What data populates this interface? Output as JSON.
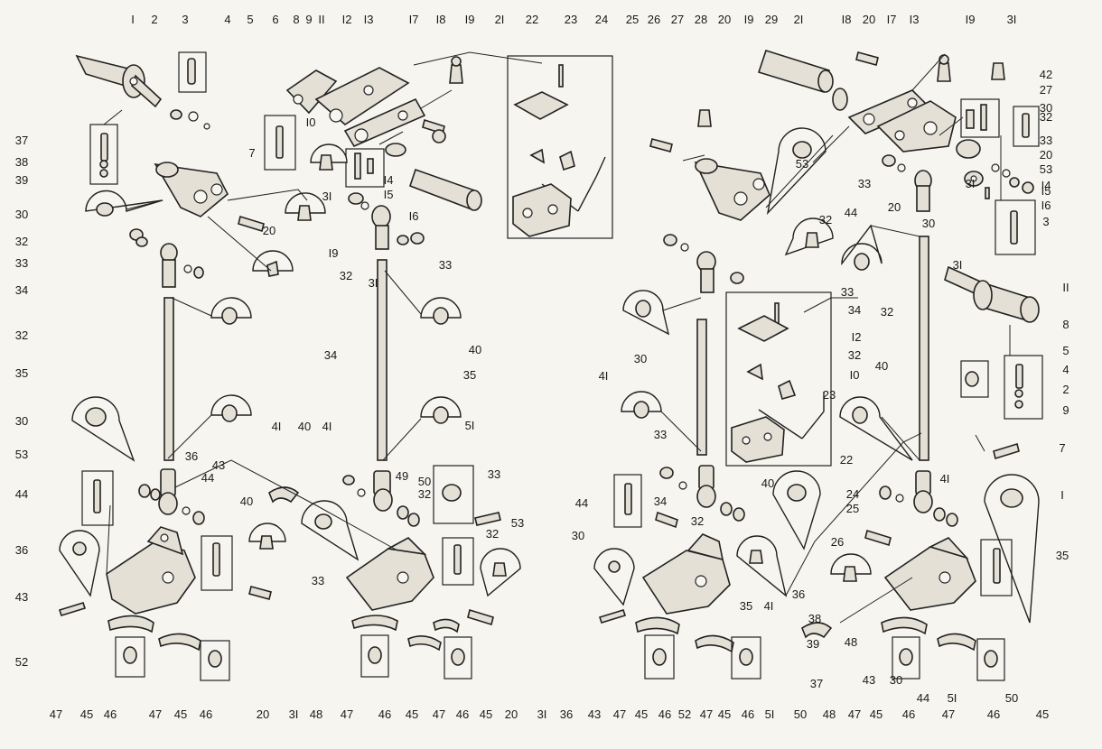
{
  "labels": [
    {
      "text": "I"
    },
    {
      "text": "2"
    },
    {
      "text": "3"
    },
    {
      "text": "4"
    },
    {
      "text": "5"
    },
    {
      "text": "6"
    },
    {
      "text": "8"
    },
    {
      "text": "9"
    },
    {
      "text": "II"
    },
    {
      "text": "I2"
    },
    {
      "text": "I3"
    },
    {
      "text": "I7"
    },
    {
      "text": "I8"
    },
    {
      "text": "I9"
    },
    {
      "text": "2I"
    },
    {
      "text": "22"
    },
    {
      "text": "23"
    },
    {
      "text": "24"
    },
    {
      "text": "25"
    },
    {
      "text": "26"
    },
    {
      "text": "27"
    },
    {
      "text": "28"
    },
    {
      "text": "20"
    },
    {
      "text": "I9"
    },
    {
      "text": "29"
    },
    {
      "text": "2I"
    },
    {
      "text": "I8"
    },
    {
      "text": "20"
    },
    {
      "text": "I7"
    },
    {
      "text": "I3"
    },
    {
      "text": "I9"
    },
    {
      "text": "3I"
    },
    {
      "text": "37"
    },
    {
      "text": "38"
    },
    {
      "text": "39"
    },
    {
      "text": "30"
    },
    {
      "text": "32"
    },
    {
      "text": "33"
    },
    {
      "text": "34"
    },
    {
      "text": "32"
    },
    {
      "text": "35"
    },
    {
      "text": "30"
    },
    {
      "text": "53"
    },
    {
      "text": "44"
    },
    {
      "text": "36"
    },
    {
      "text": "43"
    },
    {
      "text": "52"
    },
    {
      "text": "47"
    },
    {
      "text": "45"
    },
    {
      "text": "46"
    },
    {
      "text": "47"
    },
    {
      "text": "45"
    },
    {
      "text": "46"
    },
    {
      "text": "20"
    },
    {
      "text": "3I"
    },
    {
      "text": "48"
    },
    {
      "text": "47"
    },
    {
      "text": "46"
    },
    {
      "text": "45"
    },
    {
      "text": "47"
    },
    {
      "text": "46"
    },
    {
      "text": "45"
    },
    {
      "text": "20"
    },
    {
      "text": "3I"
    },
    {
      "text": "36"
    },
    {
      "text": "43"
    },
    {
      "text": "47"
    },
    {
      "text": "45"
    },
    {
      "text": "46"
    },
    {
      "text": "52"
    },
    {
      "text": "47"
    },
    {
      "text": "45"
    },
    {
      "text": "46"
    },
    {
      "text": "5I"
    },
    {
      "text": "50"
    },
    {
      "text": "48"
    },
    {
      "text": "47"
    },
    {
      "text": "45"
    },
    {
      "text": "46"
    },
    {
      "text": "47"
    },
    {
      "text": "46"
    },
    {
      "text": "45"
    },
    {
      "text": "7"
    },
    {
      "text": "I0"
    },
    {
      "text": "3I"
    },
    {
      "text": "I4"
    },
    {
      "text": "I5"
    },
    {
      "text": "I6"
    },
    {
      "text": "20"
    },
    {
      "text": "I9"
    },
    {
      "text": "3I"
    },
    {
      "text": "32"
    },
    {
      "text": "33"
    },
    {
      "text": "34"
    },
    {
      "text": "40"
    },
    {
      "text": "35"
    },
    {
      "text": "4I"
    },
    {
      "text": "40"
    },
    {
      "text": "4I"
    },
    {
      "text": "5I"
    },
    {
      "text": "49"
    },
    {
      "text": "50"
    },
    {
      "text": "32"
    },
    {
      "text": "33"
    },
    {
      "text": "53"
    },
    {
      "text": "32"
    },
    {
      "text": "33"
    },
    {
      "text": "40"
    },
    {
      "text": "36"
    },
    {
      "text": "43"
    },
    {
      "text": "44"
    },
    {
      "text": "30"
    },
    {
      "text": "44"
    },
    {
      "text": "4I"
    },
    {
      "text": "30"
    },
    {
      "text": "33"
    },
    {
      "text": "34"
    },
    {
      "text": "32"
    },
    {
      "text": "40"
    },
    {
      "text": "35"
    },
    {
      "text": "4I"
    },
    {
      "text": "53"
    },
    {
      "text": "32"
    },
    {
      "text": "33"
    },
    {
      "text": "44"
    },
    {
      "text": "20"
    },
    {
      "text": "3I"
    },
    {
      "text": "30"
    },
    {
      "text": "3I"
    },
    {
      "text": "32"
    },
    {
      "text": "33"
    },
    {
      "text": "34"
    },
    {
      "text": "I2"
    },
    {
      "text": "32"
    },
    {
      "text": "I0"
    },
    {
      "text": "40"
    },
    {
      "text": "23"
    },
    {
      "text": "22"
    },
    {
      "text": "24"
    },
    {
      "text": "25"
    },
    {
      "text": "26"
    },
    {
      "text": "4I"
    },
    {
      "text": "42"
    },
    {
      "text": "27"
    },
    {
      "text": "30"
    },
    {
      "text": "32"
    },
    {
      "text": "33"
    },
    {
      "text": "20"
    },
    {
      "text": "53"
    },
    {
      "text": "I4"
    },
    {
      "text": "I5"
    },
    {
      "text": "I6"
    },
    {
      "text": "3"
    },
    {
      "text": "II"
    },
    {
      "text": "8"
    },
    {
      "text": "5"
    },
    {
      "text": "4"
    },
    {
      "text": "2"
    },
    {
      "text": "9"
    },
    {
      "text": "7"
    },
    {
      "text": "I"
    },
    {
      "text": "35"
    },
    {
      "text": "36"
    },
    {
      "text": "37"
    },
    {
      "text": "38"
    },
    {
      "text": "39"
    },
    {
      "text": "43"
    },
    {
      "text": "30"
    },
    {
      "text": "44"
    },
    {
      "text": "5I"
    },
    {
      "text": "50"
    },
    {
      "text": "48"
    },
    {
      "text": "47"
    },
    {
      "text": "45"
    },
    {
      "text": "46"
    },
    {
      "text": "47"
    },
    {
      "text": "46"
    },
    {
      "text": "45"
    },
    {
      "text": "49"
    }
  ],
  "colors": {
    "ink": "#222222",
    "paper": "#f7f5ef",
    "part_fill": "#e4e0d6"
  },
  "icons": [
    "bracket",
    "pin",
    "bushing",
    "rod",
    "nut",
    "bolt",
    "lever",
    "clevis",
    "clamp"
  ]
}
